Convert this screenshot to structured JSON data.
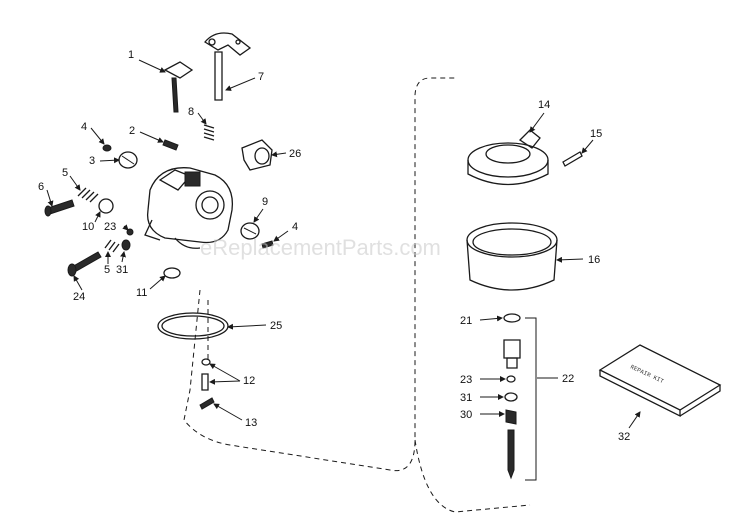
{
  "watermark": "eReplacementParts.com",
  "kit_box_text": "REPAIR KIT",
  "callouts": {
    "c1": "1",
    "c7": "7",
    "c8": "8",
    "c4a": "4",
    "c2": "2",
    "c3": "3",
    "c26": "26",
    "c6": "6",
    "c5a": "5",
    "c10": "10",
    "c23a": "23",
    "c9": "9",
    "c4b": "4",
    "c5b": "5",
    "c31a": "31",
    "c24": "24",
    "c11": "11",
    "c25": "25",
    "c12": "12",
    "c13": "13",
    "c14": "14",
    "c15": "15",
    "c16": "16",
    "c21": "21",
    "c22": "22",
    "c23b": "23",
    "c31b": "31",
    "c30": "30",
    "c32": "32"
  }
}
